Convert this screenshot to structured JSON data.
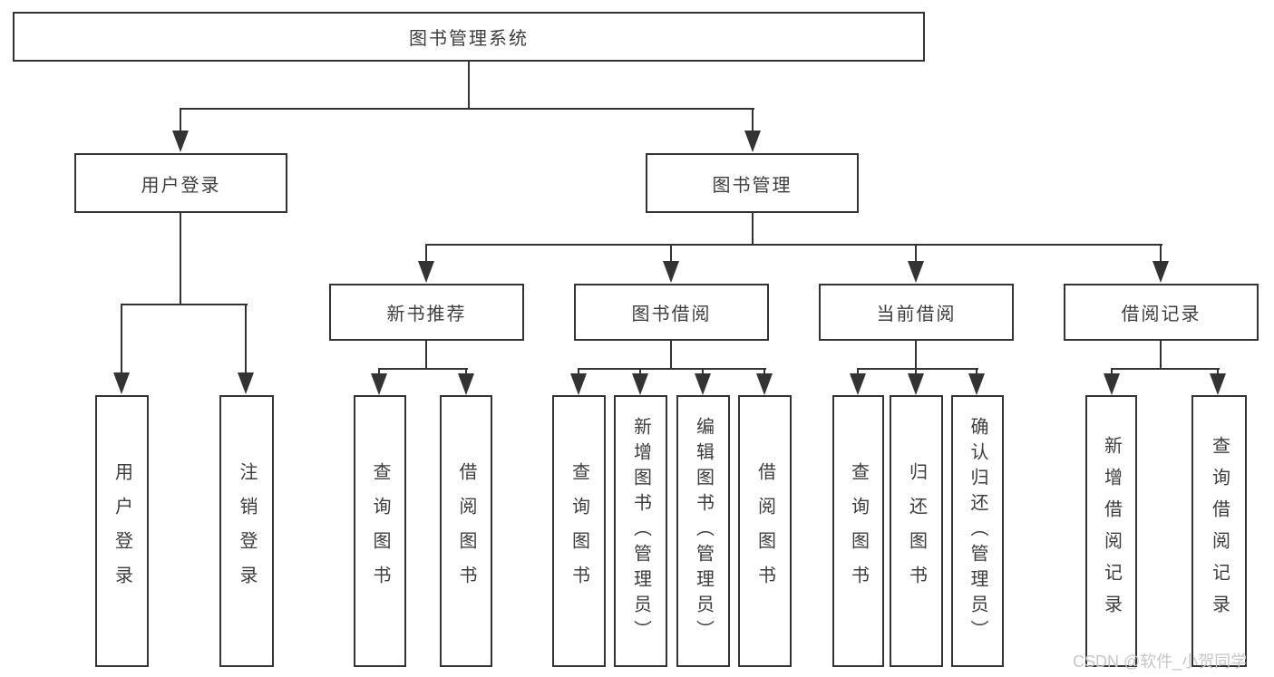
{
  "colors": {
    "line": "#333333",
    "text": "#3d3d3d",
    "box_fill": "#ffffff",
    "watermark": "#c6c6c6",
    "page_bg": "#ffffff"
  },
  "diagram": {
    "root": {
      "label": "图书管理系统"
    },
    "branches": [
      {
        "label": "用户登录",
        "children": [
          {
            "label": "用户登录"
          },
          {
            "label": "注销登录"
          }
        ]
      },
      {
        "label": "图书管理",
        "children": [
          {
            "label": "新书推荐",
            "children": [
              {
                "label": "查询图书"
              },
              {
                "label": "借阅图书"
              }
            ]
          },
          {
            "label": "图书借阅",
            "children": [
              {
                "label": "查询图书"
              },
              {
                "label": "新增图书（管理员）"
              },
              {
                "label": "编辑图书（管理员）"
              },
              {
                "label": "借阅图书"
              }
            ]
          },
          {
            "label": "当前借阅",
            "children": [
              {
                "label": "查询图书"
              },
              {
                "label": "归还图书"
              },
              {
                "label": "确认归还（管理员）"
              }
            ]
          },
          {
            "label": "借阅记录",
            "children": [
              {
                "label": "新增借阅记录"
              },
              {
                "label": "查询借阅记录"
              }
            ]
          }
        ]
      }
    ],
    "watermark": "CSDN @软件_小贺同学"
  }
}
